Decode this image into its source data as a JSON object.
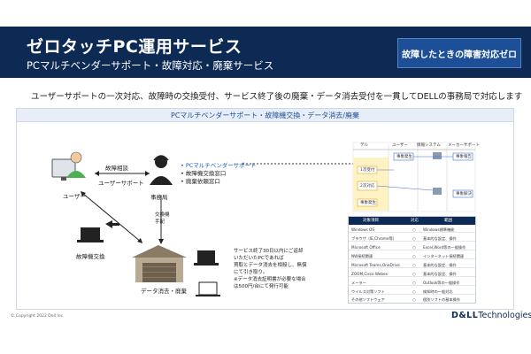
{
  "header": {
    "title": "ゼロタッチPC運用サービス",
    "subtitle": "PCマルチベンダーサポート・故障対応・廃棄サービス",
    "badge": "故障したときの障害対応ゼロ"
  },
  "lead_text": "ユーザーサポートの一次対応、故障時の交換受付、サービス終了後の廃棄・データ消去受付を一貫してDELLの事務局で対応します",
  "panel": {
    "title": "PCマルチベンダーサポート・故障機交換・データ消去/廃棄",
    "user_label": "ユーザー",
    "arrow_top_label": "故障相談",
    "arrow_bottom_label": "ユーザーサポート",
    "office_label": "事務局",
    "office_items": [
      "PCマルチベンダーサポート",
      "故障機交換窓口",
      "廃棄依頼窓口"
    ],
    "exchange_label": "故障機交換",
    "exchange_arrange_label": "交換機手配",
    "disposal_label": "データ消去・廃棄",
    "disposal_note": [
      "サービス終了30日以内にご返却",
      "いただいたPCであれば",
      "買取とデータ消去を相殺し、無償",
      "にて引き取り。",
      "※データ消去証明書が必要な場合",
      "は500円/台にて発行可能"
    ],
    "flow_headers": [
      "デル",
      "ユーザー",
      "情報システム",
      "メーカーサポート"
    ],
    "flow_boxes": [
      "事象発生",
      "事象報告",
      "1次受付",
      "2次対応",
      "事象解決",
      "事象発生"
    ],
    "table_headers": [
      "対象項目",
      "対応",
      "範囲"
    ],
    "table_rows": [
      [
        "Windows OS",
        "○",
        "Windows標準機能"
      ],
      [
        "ブラウザ（IE,Chrome等）",
        "○",
        "基本的な設定、操作"
      ],
      [
        "Microsoft Office",
        "○",
        "Excel,Word等の一般操作"
      ],
      [
        "NW接続関連",
        "○",
        "インターネット接続関連"
      ],
      [
        "Microsoft Teams,OneDrive",
        "○",
        "基本的な設定、操作"
      ],
      [
        "ZOOM,Cisco Webex",
        "○",
        "基本的な設定、操作"
      ],
      [
        "メーラー",
        "○",
        "Outlook等の一般操作"
      ],
      [
        "ウイルス対策ソフト",
        "○",
        "検知時の一般対応"
      ],
      [
        "その他ソフトウェア",
        "○",
        "個別ソフトの基本操作"
      ]
    ]
  },
  "footer": {
    "copyright": "© Copyright 2022 Dell Inc.",
    "brand_bold": "D&LL",
    "brand_rest": "Technologies"
  },
  "colors": {
    "navy": "#0c2a54",
    "badge_blue": "#1c4f97",
    "link_blue": "#1c5bd6"
  }
}
